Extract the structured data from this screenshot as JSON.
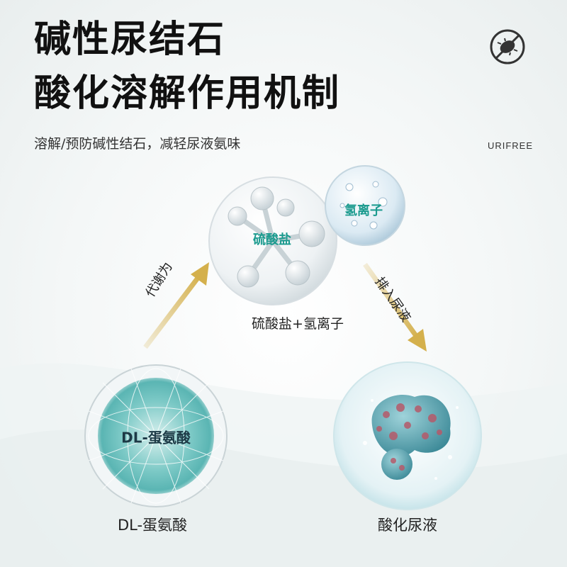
{
  "header": {
    "title_line1": "碱性尿结石",
    "title_line2": "酸化溶解作用机制",
    "subtitle": "溶解/预防碱性结石，减轻尿液氨味",
    "brand": "URIFREE"
  },
  "icons": {
    "corner": "no-germ-icon"
  },
  "center_node": {
    "inner_label": "硫酸盐",
    "small_sphere_label": "氢离子",
    "caption": "硫酸盐+氢离子"
  },
  "left_node": {
    "inner_label": "DL-蛋氨酸",
    "caption": "DL-蛋氨酸"
  },
  "right_node": {
    "caption": "酸化尿液"
  },
  "arrows": {
    "left_label": "代谢为",
    "right_label": "排入尿液",
    "color": "#d4b04c"
  },
  "colors": {
    "teal": "#1a9a8e",
    "sphere_teal": "#6ec6c4"
  }
}
